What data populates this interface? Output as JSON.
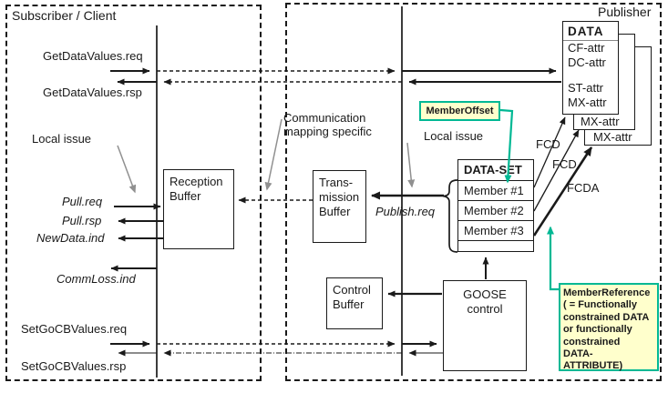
{
  "titles": {
    "subscriber": "Subscriber / Client",
    "publisher": "Publisher"
  },
  "colors": {
    "teal_accent": "#00B894",
    "note_bg": "#FFFFCC",
    "line": "#1a1a1a",
    "gray_pointer": "#909090"
  },
  "messages": {
    "get_req": "GetDataValues.req",
    "get_rsp": "GetDataValues.rsp",
    "pull_req": "Pull.req",
    "pull_rsp": "Pull.rsp",
    "newdata_ind": "NewData.ind",
    "commloss_ind": "CommLoss.ind",
    "setgocb_req": "SetGoCBValues.req",
    "setgocb_rsp": "SetGoCBValues.rsp",
    "publish_req": "Publish.req"
  },
  "annotations": {
    "local_issue_left": "Local issue",
    "comm_mapping": "Communication mapping specific",
    "local_issue_right": "Local issue",
    "member_offset": "MemberOffset",
    "member_reference": [
      "MemberReference",
      "( = Functionally",
      "constrained DATA",
      "or functionally",
      "constrained",
      "DATA-",
      "ATTRIBUTE)"
    ]
  },
  "boxes": {
    "reception": [
      "Reception",
      "Buffer"
    ],
    "transmission": [
      "Trans-",
      "mission",
      "Buffer"
    ],
    "control": [
      "Control",
      "Buffer"
    ],
    "goose": [
      "GOOSE",
      "control"
    ]
  },
  "data_box": {
    "title": "DATA",
    "attrs_top": [
      "CF-attr",
      "DC-attr"
    ],
    "attrs_bottom": [
      "ST-attr",
      "MX-attr"
    ],
    "stack": [
      "MX-attr",
      "MX-attr"
    ]
  },
  "data_set": {
    "title": "DATA-SET",
    "members": [
      "Member #1",
      "Member #2",
      "Member #3"
    ]
  },
  "ref_labels": [
    "FCD",
    "FCD",
    "FCDA"
  ]
}
